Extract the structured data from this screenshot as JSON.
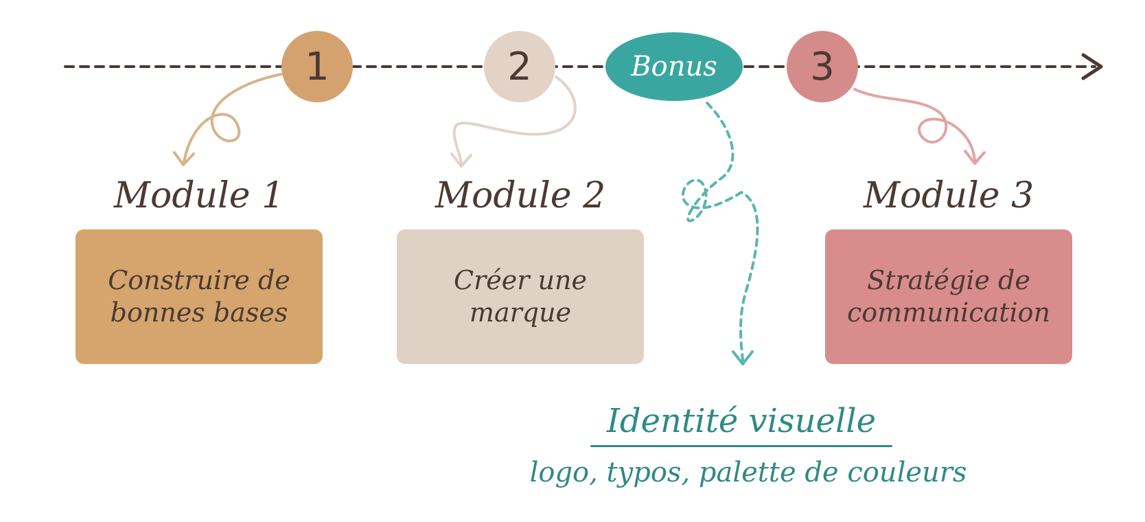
{
  "timeline": {
    "steps": [
      {
        "label": "1",
        "color": "#d4a26e"
      },
      {
        "label": "2",
        "color": "#e2d3c6"
      },
      {
        "label": "Bonus",
        "color": "#3aa6a0"
      },
      {
        "label": "3",
        "color": "#d58b89"
      }
    ]
  },
  "modules": [
    {
      "title": "Module 1",
      "text": "Construire de bonnes bases",
      "color": "#d6a56d"
    },
    {
      "title": "Module 2",
      "text": "Créer une marque",
      "color": "#e0d1c5"
    },
    {
      "title": "Module 3",
      "text": "Stratégie de communication",
      "color": "#d88d8c"
    }
  ],
  "bonus": {
    "title": "Identité visuelle",
    "subtitle": "logo, typos, palette de couleurs",
    "color": "#2f8a85"
  },
  "colors": {
    "line": "#4a3a34",
    "arrow1": "#d8b48a",
    "arrow2": "#e1d3c7",
    "arrow3": "#e0a5a3",
    "bonus_dash": "#5ab5b0"
  }
}
